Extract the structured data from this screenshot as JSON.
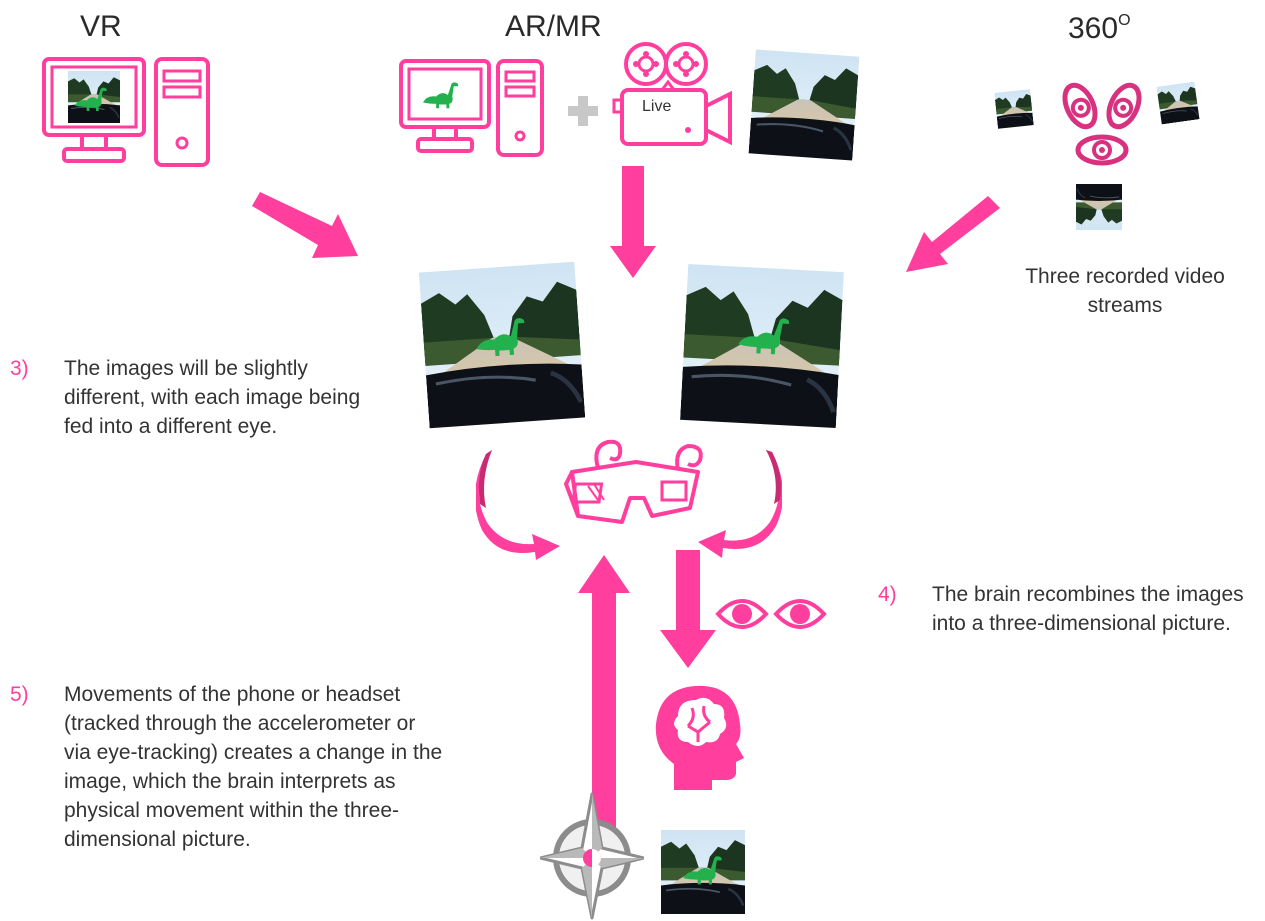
{
  "headings": {
    "vr": "VR",
    "ar": "AR/MR",
    "deg_main": "360",
    "deg_sup": "O"
  },
  "camera_label": "Live",
  "three_streams": "Three recorded video streams",
  "steps": [
    {
      "num": "3)",
      "text": "The images will be slightly different, with each image being fed into a different eye."
    },
    {
      "num": "4)",
      "text": "The brain recombines the images into a three-dimensional picture."
    },
    {
      "num": "5)",
      "text": "Movements of the phone or headset (tracked through the accelerometer or via eye-tracking) creates a change in the image, which the brain interprets as physical movement within the three-dimensional picture."
    }
  ],
  "colors": {
    "accent": "#ff3e9e",
    "accent_dark": "#d8317f",
    "dino": "#22b14c"
  },
  "icons": [
    "computer-icon",
    "plus-icon",
    "video-camera-icon",
    "eye-icon",
    "3d-glasses-icon",
    "brain-head-icon",
    "compass-icon",
    "arrow-icon"
  ]
}
